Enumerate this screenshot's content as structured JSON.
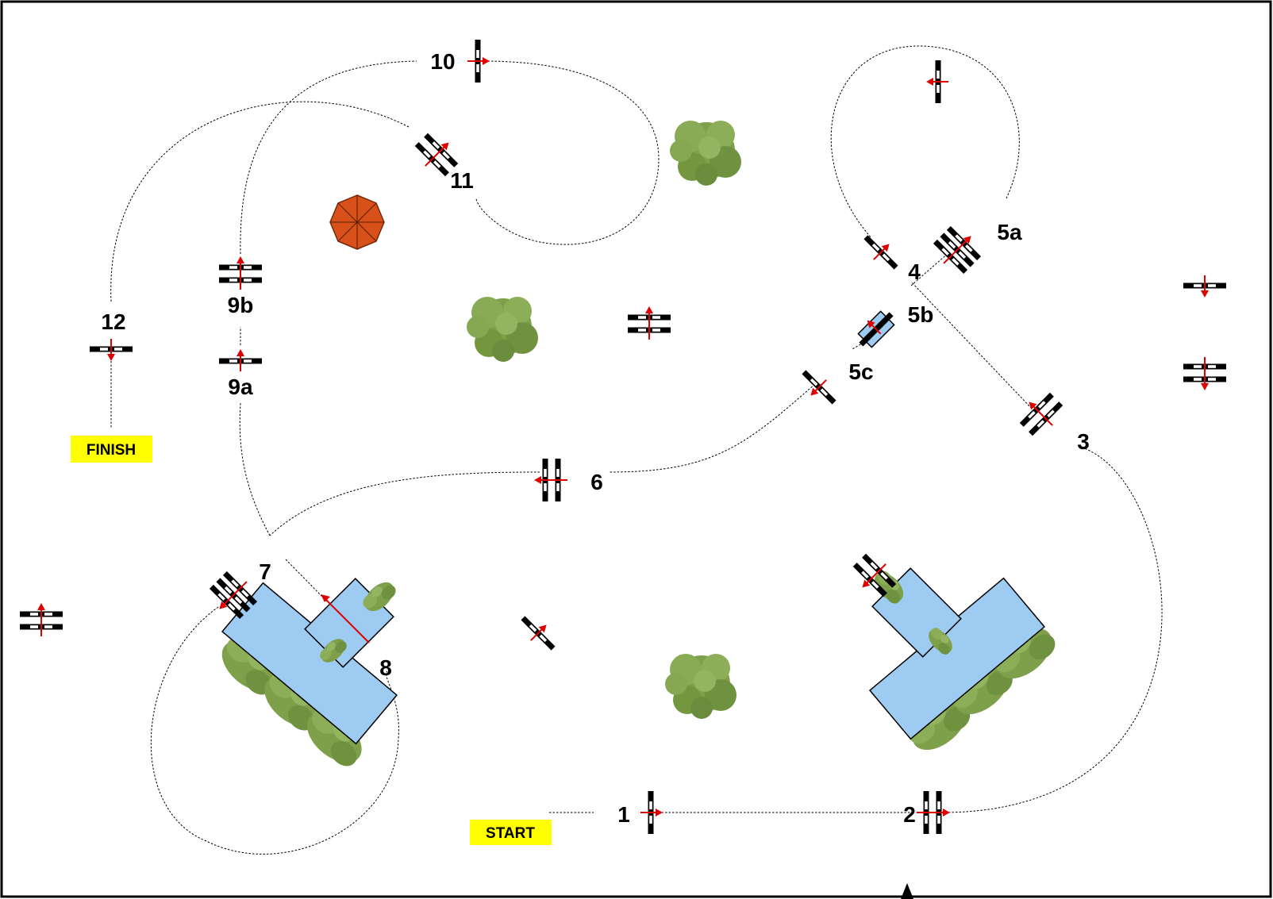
{
  "course": {
    "start_label": "START",
    "finish_label": "FINISH",
    "colors": {
      "label_bg": "#ffff00",
      "arrow": "#e00000",
      "water": "#9ecbf2",
      "tree": "#7ea04a",
      "umbrella": "#d8501a"
    },
    "fence_numbers": {
      "f1": "1",
      "f2": "2",
      "f3": "3",
      "f4": "4",
      "f5a": "5a",
      "f5b": "5b",
      "f5c": "5c",
      "f6": "6",
      "f7": "7",
      "f8": "8",
      "f9a": "9a",
      "f9b": "9b",
      "f10": "10",
      "f11": "11",
      "f12": "12"
    },
    "icons": [
      "fence-icon",
      "tree-icon",
      "umbrella-icon",
      "water-jump-icon",
      "entrance-arrow-icon"
    ]
  }
}
